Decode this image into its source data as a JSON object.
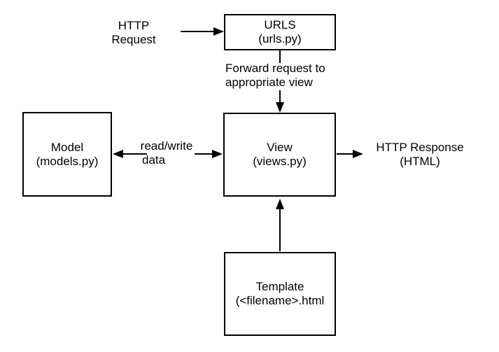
{
  "diagram": {
    "nodes": {
      "urls": {
        "title": "URLS",
        "subtitle": "(urls.py)"
      },
      "model": {
        "title": "Model",
        "subtitle": "(models.py)"
      },
      "view": {
        "title": "View",
        "subtitle": "(views.py)"
      },
      "template": {
        "title": "Template",
        "subtitle": "(<filename>.html"
      }
    },
    "labels": {
      "http_request": {
        "line1": "HTTP",
        "line2": "Request"
      },
      "forward": {
        "line1": "Forward request to",
        "line2": "appropriate view"
      },
      "read_write": {
        "line1": "read/write",
        "line2": "data"
      },
      "http_response": {
        "line1": "HTTP Response",
        "line2": "(HTML)"
      }
    },
    "colors": {
      "line": "#000000",
      "background": "#ffffff",
      "text": "#000000"
    }
  }
}
